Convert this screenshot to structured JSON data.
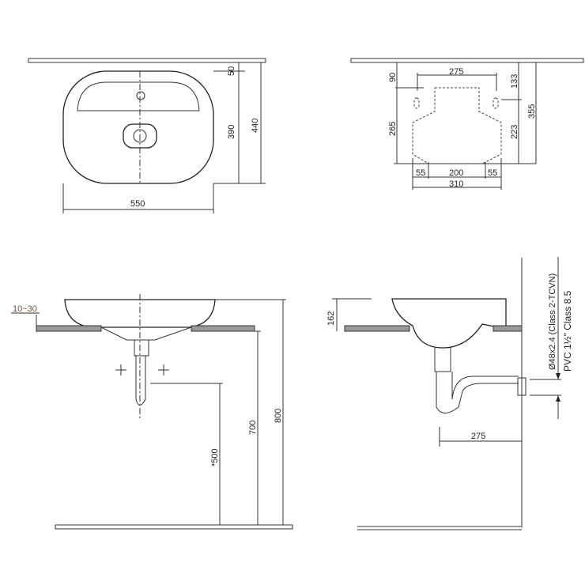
{
  "top_view": {
    "d_50": "50",
    "d_390": "390",
    "d_440": "440",
    "d_550": "550"
  },
  "mounting_view": {
    "d_90": "90",
    "d_275": "275",
    "d_133": "133",
    "d_355": "355",
    "d_265": "265",
    "d_223": "223",
    "d_55a": "55",
    "d_200": "200",
    "d_55b": "55",
    "d_310": "310"
  },
  "front_view": {
    "d_10_30": "10~30",
    "d_500": "*500",
    "d_700": "700",
    "d_800": "800"
  },
  "side_view": {
    "d_162": "162",
    "d_275": "275",
    "pipe_spec": "Ø48x2.4 (Class 2-TCVN)",
    "pvc_spec": "PVC 1½\" Class 8.5"
  },
  "colors": {
    "line": "#333333",
    "slab": "#999999",
    "accent_label": "#8a4a1a"
  }
}
